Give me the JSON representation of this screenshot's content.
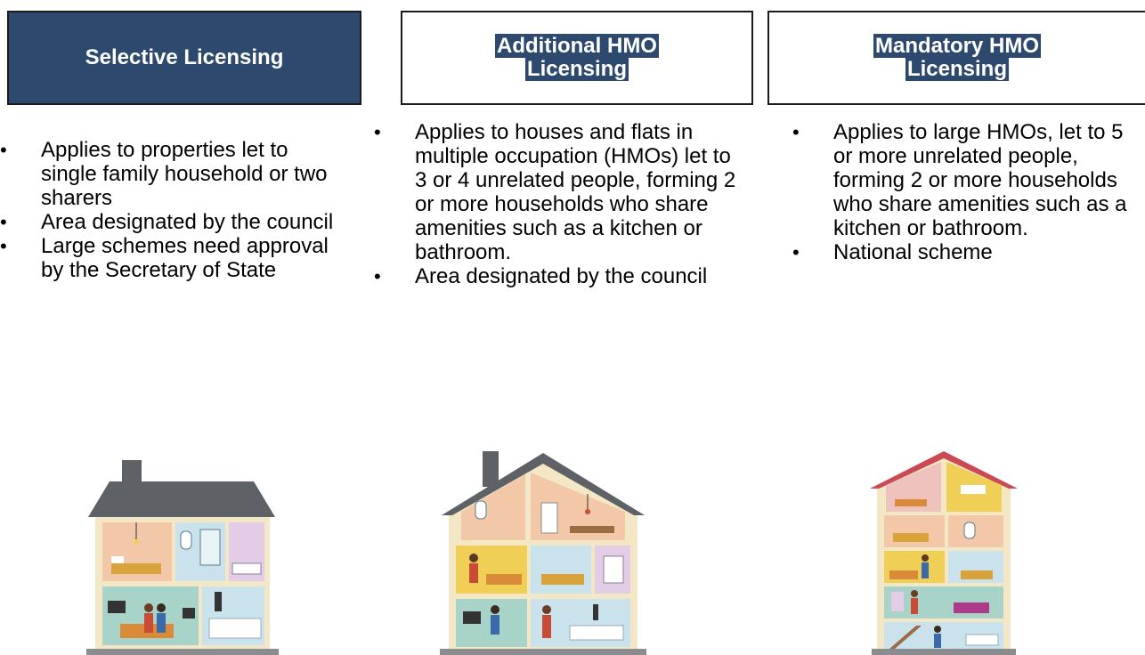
{
  "columns": [
    {
      "title": "Selective Licensing",
      "bullets": [
        "Applies to properties let to single family household or two sharers",
        "Area designated by the council",
        "Large schemes need approval by the Secretary of State"
      ]
    },
    {
      "title_line1": "Additional HMO",
      "title_line2": "Licensing",
      "bullets": [
        "Applies to houses and flats in multiple occupation (HMOs) let to 3 or 4 unrelated people, forming 2 or more households who share amenities such as a kitchen or bathroom.",
        "Area designated by the council"
      ]
    },
    {
      "title_line1": "Mandatory HMO",
      "title_line2": "Licensing",
      "bullets": [
        "Applies to large HMOs, let to 5 or more unrelated people, forming 2 or more households who share amenities such as a kitchen or bathroom.",
        "National scheme"
      ]
    }
  ],
  "colors": {
    "header_fill": "#2d4a6e",
    "roof_grey": "#5e6166",
    "roof_red": "#c94a55",
    "wall_cream": "#f3e7c6",
    "room_peach": "#f2c8a8",
    "room_blue": "#c9e2ec",
    "room_lilac": "#e3cde6",
    "room_teal": "#a8d3c8",
    "room_yellow": "#f0cf56",
    "room_pink": "#eec2bd",
    "ground": "#8a8c8f"
  }
}
